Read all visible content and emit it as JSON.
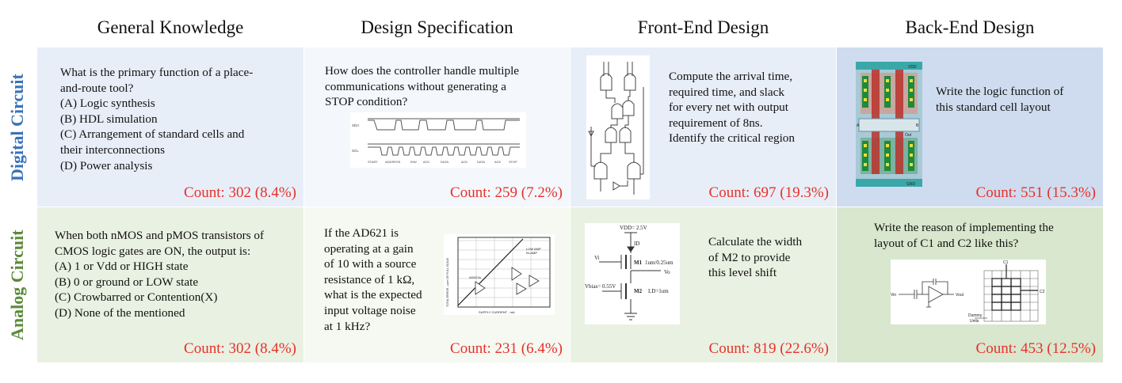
{
  "colors": {
    "digital_bg": "#e8eef8",
    "analog_bg": "#e9f1e2",
    "spec_bg": "#f4f7fb",
    "spec_analog_bg": "#f5f9f1",
    "digital_label": "#3b72b8",
    "analog_label": "#5b8a3a",
    "count_color": "#e8302a"
  },
  "columns": [
    "General Knowledge",
    "Design Specification",
    "Front-End Design",
    "Back-End Design"
  ],
  "rows": [
    "Digital Circuit",
    "Analog Circuit"
  ],
  "cells": {
    "digital": {
      "general": {
        "lines": [
          "What is the primary function of a place-",
          "and-route tool?",
          "(A) Logic synthesis",
          "(B) HDL simulation",
          "(C) Arrangement of standard cells and",
          "their interconnections",
          "(D) Power analysis"
        ],
        "count": "Count: 302 (8.4%)"
      },
      "spec": {
        "lines": [
          "How does the controller handle multiple",
          "communications without generating a",
          "STOP condition?"
        ],
        "count": "Count: 259 (7.2%)"
      },
      "frontend": {
        "lines": [
          "Compute the arrival time,",
          "required time, and slack",
          "for every net with output",
          "requirement of 8ns.",
          "Identify the critical region"
        ],
        "count": "Count: 697 (19.3%)"
      },
      "backend": {
        "lines": [
          "Write the logic function of",
          "this standard cell layout"
        ],
        "count": "Count: 551 (15.3%)"
      }
    },
    "analog": {
      "general": {
        "lines": [
          "When both nMOS and pMOS transistors of",
          "CMOS logic gates are ON, the output is:",
          "(A) 1 or Vdd or HIGH state",
          "(B) 0 or ground or LOW state",
          "(C) Crowbarred or Contention(X)",
          "(D) None of the mentioned"
        ],
        "count": "Count: 302 (8.4%)"
      },
      "spec": {
        "lines": [
          "If the AD621 is",
          "operating at a gain",
          "of 10 with a source",
          "resistance of 1 kΩ,",
          "what is the expected",
          "input voltage noise",
          "at 1 kHz?"
        ],
        "count": "Count: 231 (6.4%)"
      },
      "frontend": {
        "lines": [
          "Calculate the width",
          "of M2 to provide",
          "this level shift"
        ],
        "count": "Count: 819 (22.6%)"
      },
      "backend": {
        "lines": [
          "Write the reason of implementing the",
          "layout of C1 and C2 like this?"
        ],
        "count": "Count: 453 (12.5%)"
      }
    }
  },
  "figure_labels": {
    "timing": [
      "START",
      "ADDRESS",
      "R/W",
      "ACK",
      "DATA",
      "ACK",
      "DATA",
      "ACK",
      "STOP"
    ],
    "timing_signals": [
      "SDA",
      "SCL"
    ],
    "layout": [
      "VDD",
      "A",
      "B",
      "Out",
      "GND"
    ],
    "noise": [
      "AD621A",
      "LOW AMP",
      "IN-AMP",
      "SUPPLY CURRENT - mA",
      "TOTAL ERROR - ppm OF FULL SCALE"
    ],
    "level_shift": [
      "VDD= 2.5V",
      "ID",
      "Vi",
      "M1",
      "1um/0.25um",
      "Vo",
      "Vbias= 0.55V",
      "M2",
      "LD=1um"
    ],
    "cap_layout": [
      "C1",
      "C2",
      "Vin",
      "Vout",
      "Dummy",
      "Units"
    ]
  }
}
